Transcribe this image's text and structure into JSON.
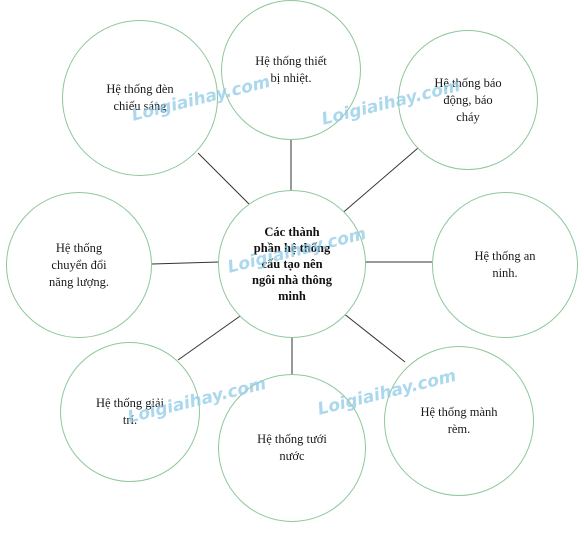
{
  "diagram": {
    "center": {
      "text": "Các thành\nphần hệ thống\ncấu tạo nên\nngôi nhà thông\nminh"
    },
    "nodes": [
      {
        "id": "den",
        "text": "Hệ thống đèn\nchiếu sáng"
      },
      {
        "id": "nhiet",
        "text": "Hệ thống thiết\nbị nhiệt."
      },
      {
        "id": "baodong",
        "text": "Hệ thống báo\nđộng, báo\ncháy"
      },
      {
        "id": "chuyendoi",
        "text": "Hệ thống\nchuyển đổi\nnăng lượng."
      },
      {
        "id": "anninh",
        "text": "Hệ thống an\nninh."
      },
      {
        "id": "giaitri",
        "text": "Hệ thống giải\ntrí."
      },
      {
        "id": "tuoi",
        "text": "Hệ thống tưới\nnước"
      },
      {
        "id": "manh",
        "text": "Hệ thống mành\nrèm."
      }
    ],
    "colors": {
      "circle_border": "#8fc79a",
      "connector": "#333333",
      "watermark": "#8fcbe8"
    }
  },
  "watermark": {
    "text": "Loigiaihay.com"
  }
}
